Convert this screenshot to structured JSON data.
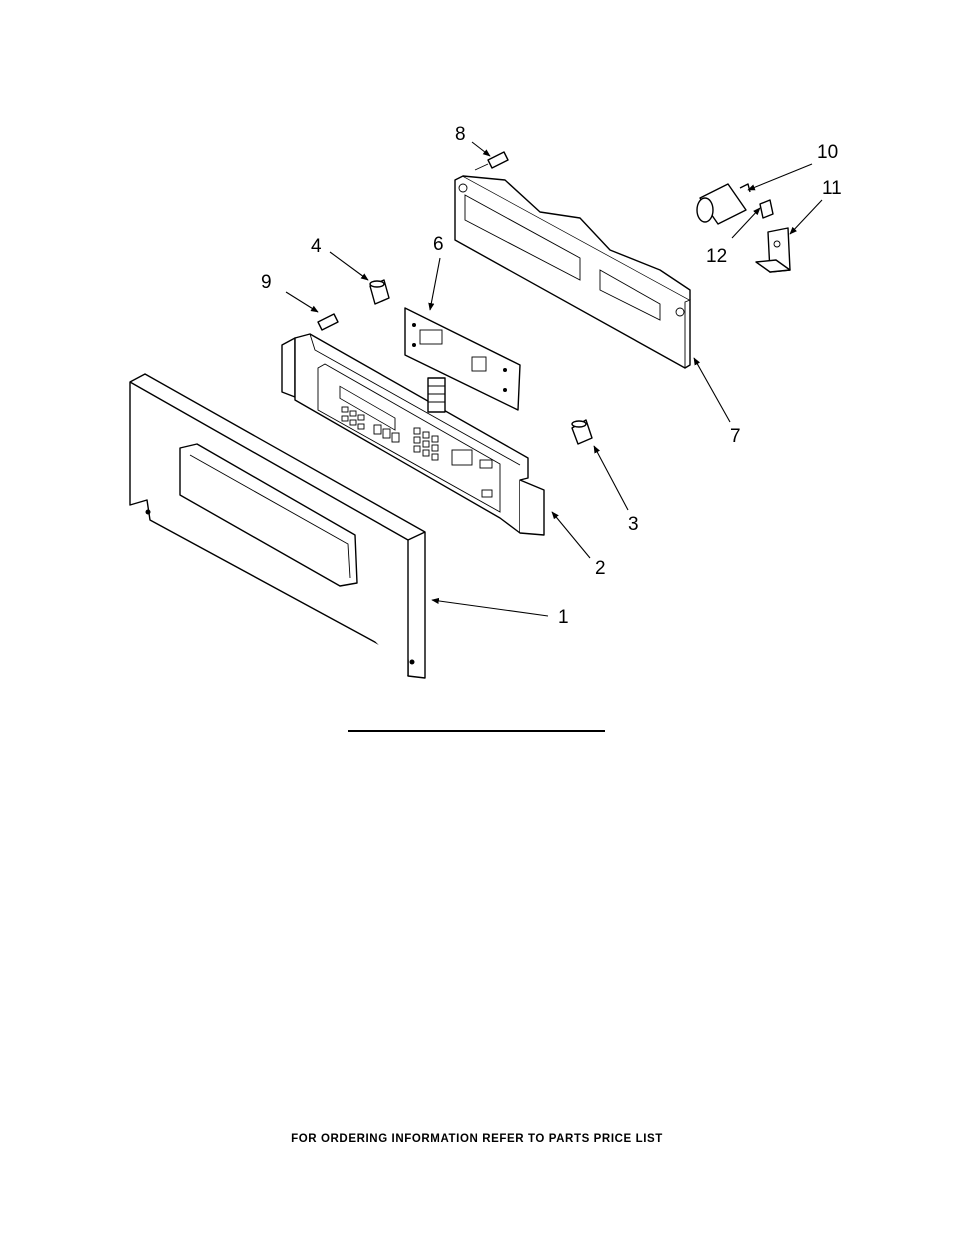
{
  "callouts": [
    {
      "id": "1",
      "label": "1"
    },
    {
      "id": "2",
      "label": "2"
    },
    {
      "id": "3",
      "label": "3"
    },
    {
      "id": "4",
      "label": "4"
    },
    {
      "id": "6",
      "label": "6"
    },
    {
      "id": "7",
      "label": "7"
    },
    {
      "id": "8",
      "label": "8"
    },
    {
      "id": "9",
      "label": "9"
    },
    {
      "id": "10",
      "label": "10"
    },
    {
      "id": "11",
      "label": "11"
    },
    {
      "id": "12",
      "label": "12"
    }
  ],
  "footer": {
    "text": "FOR ORDERING INFORMATION REFER TO PARTS PRICE LIST"
  }
}
